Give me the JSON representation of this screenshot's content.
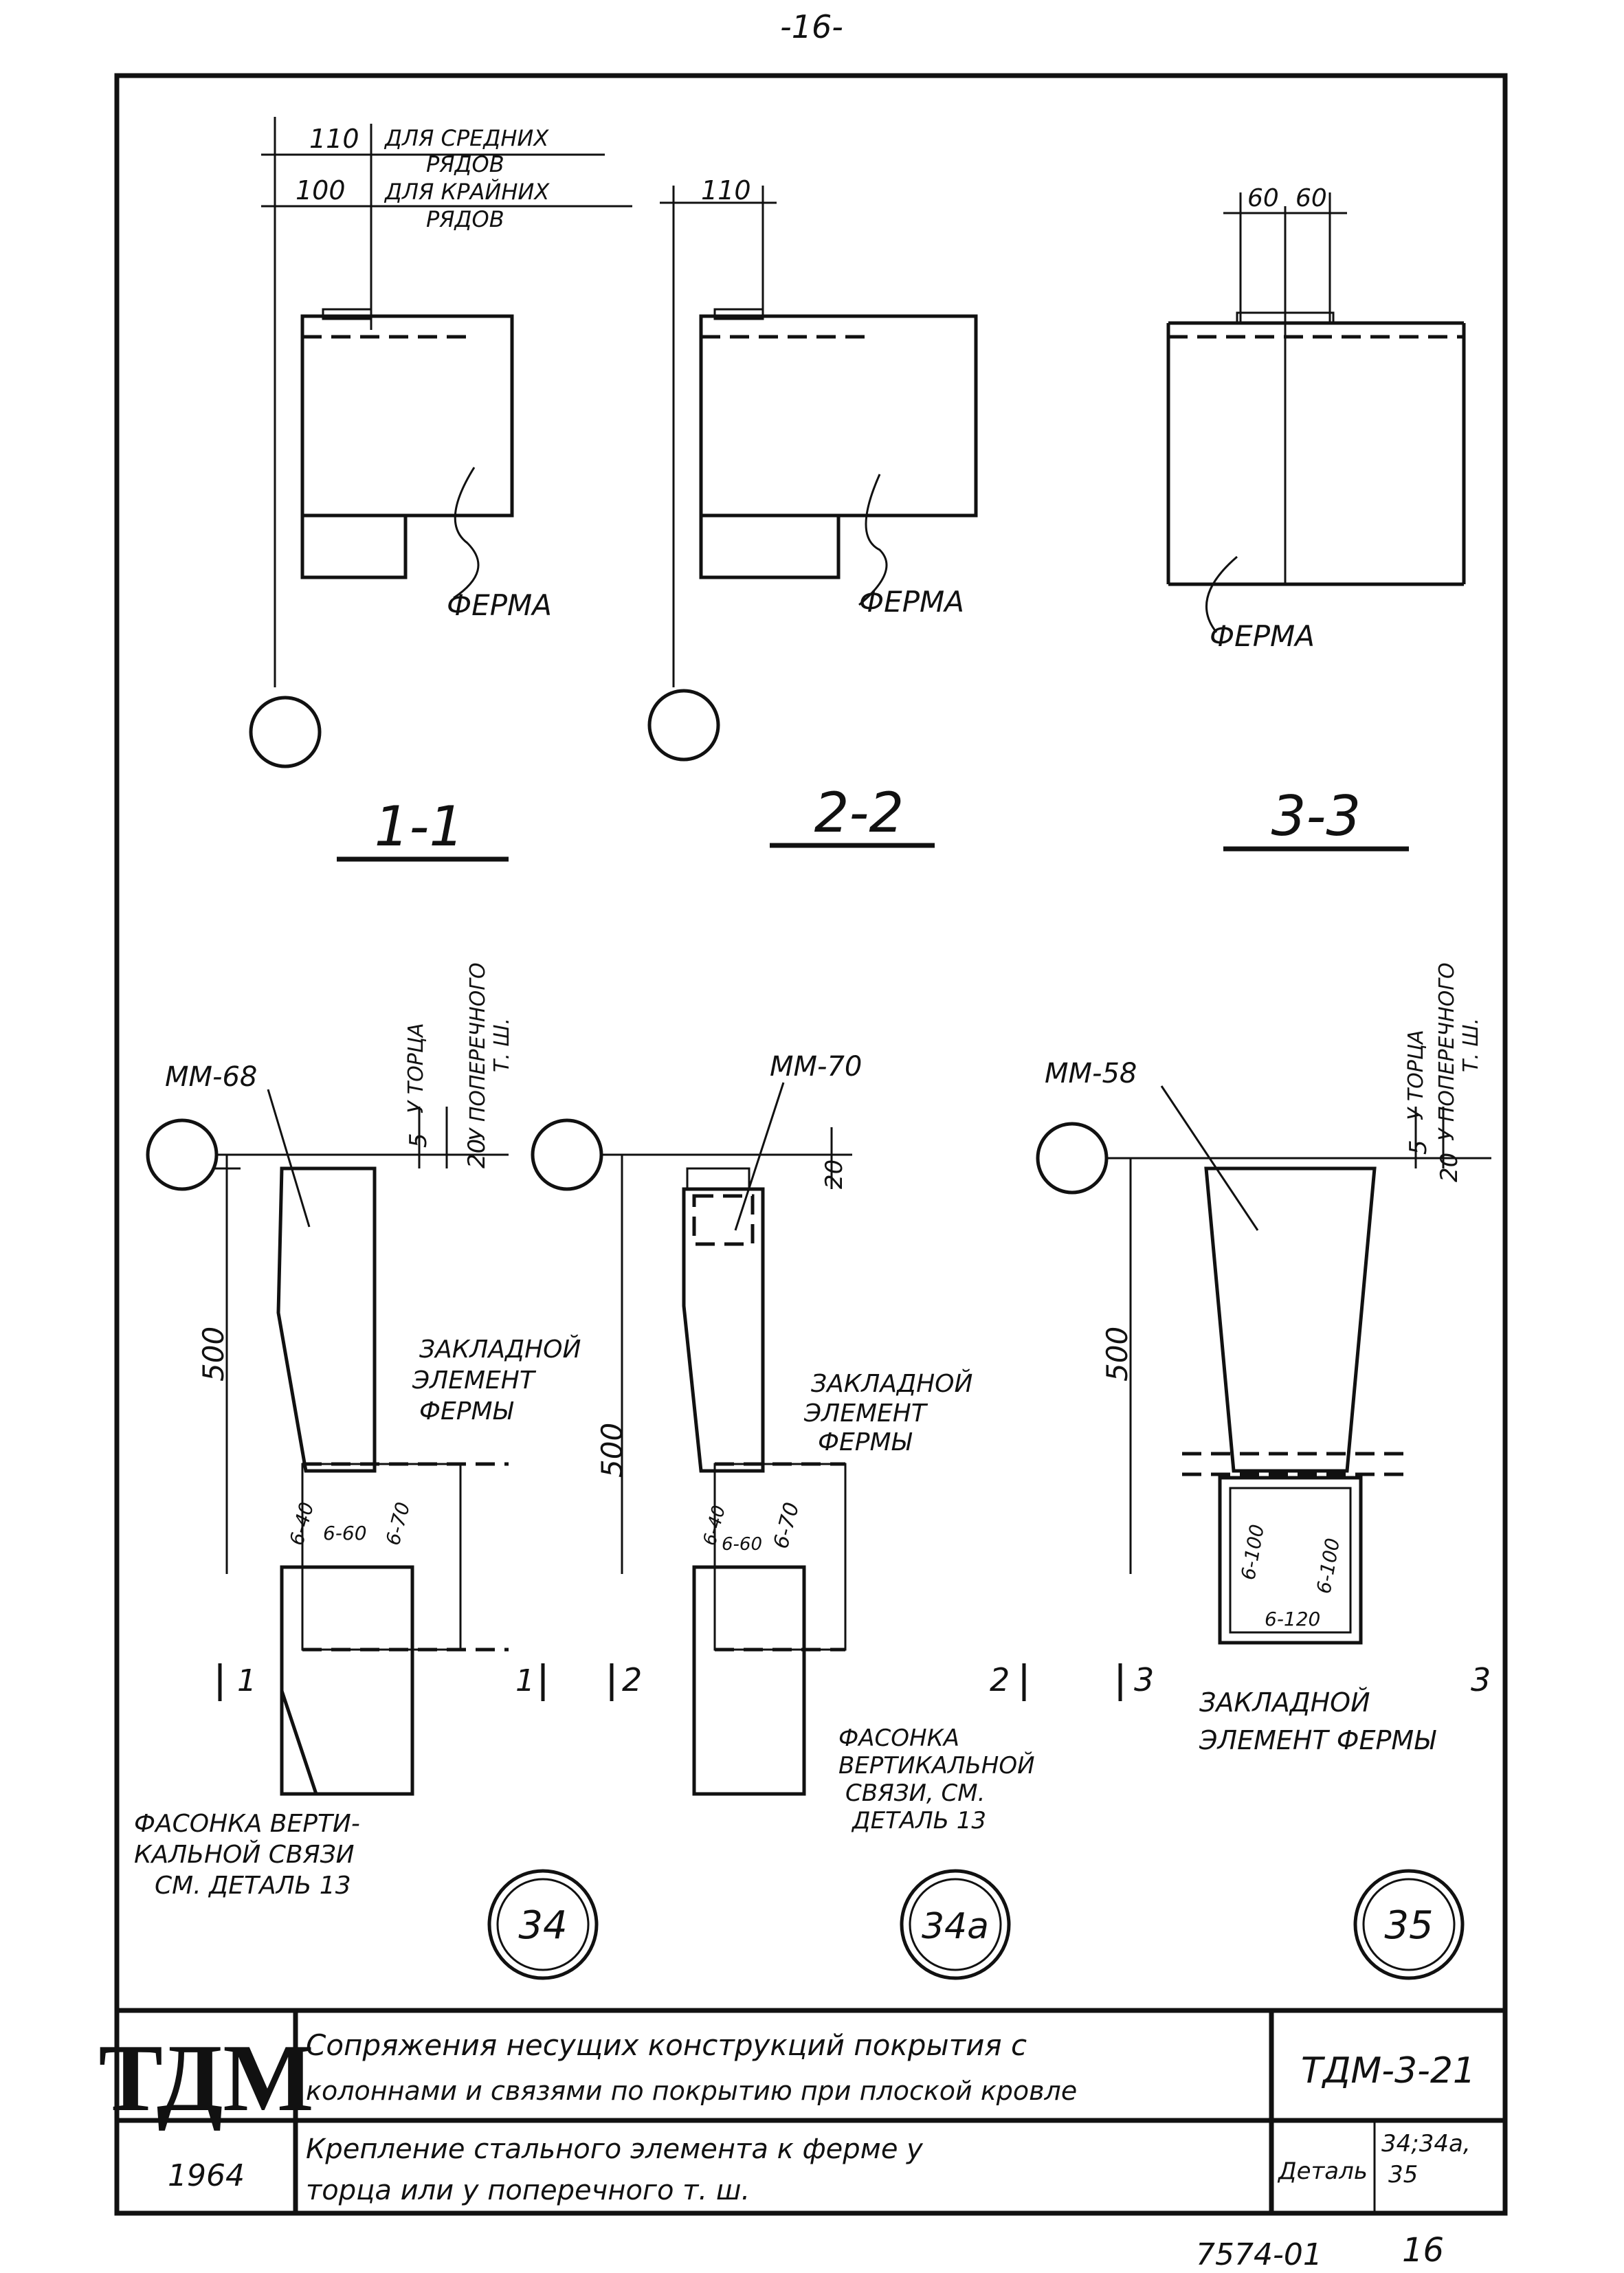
{
  "page_number": "-16-",
  "sections": {
    "s1": {
      "title": "1-1",
      "dim_a": "110",
      "note_a1": "ДЛЯ СРЕДНИХ",
      "note_a2": "РЯДОВ",
      "dim_b": "100",
      "note_b1": "ДЛЯ КРАЙНИХ",
      "note_b2": "РЯДОВ",
      "truss": "ФЕРМА"
    },
    "s2": {
      "title": "2-2",
      "dim": "110",
      "truss": "ФЕРМА"
    },
    "s3": {
      "title": "3-3",
      "dim_l": "60",
      "dim_r": "60",
      "truss": "ФЕРМА"
    }
  },
  "details": {
    "d34": {
      "mark": "ММ-68",
      "dim_5": "5",
      "dim_20": "20",
      "note_end": "У ТОРЦА",
      "note_cross1": "У ПОПЕРЕЧНОГО",
      "note_cross2": "Т. Ш.",
      "dim_500": "500",
      "emb1": "ЗАКЛАДНОЙ",
      "emb2": "ЭЛЕМЕНТ",
      "emb3": "ФЕРМЫ",
      "weld_a": "6-40",
      "weld_b": "6-60",
      "weld_c": "6-70",
      "cut": "1",
      "gusset1": "ФАСОНКА ВЕРТИ-",
      "gusset2": "КАЛЬНОЙ СВЯЗИ",
      "gusset3": "СМ. ДЕТАЛЬ 13",
      "label": "34"
    },
    "d34a": {
      "mark": "ММ-70",
      "dim_20": "20",
      "dim_500": "500",
      "emb1": "ЗАКЛАДНОЙ",
      "emb2": "ЭЛЕМЕНТ",
      "emb3": "ФЕРМЫ",
      "weld_a": "6-40",
      "weld_b": "6-60",
      "weld_c": "6-70",
      "cut": "2",
      "gusset1": "ФАСОНКА",
      "gusset2": "ВЕРТИКАЛЬНОЙ",
      "gusset3": "СВЯЗИ, СМ.",
      "gusset4": "ДЕТАЛЬ 13",
      "label": "34а"
    },
    "d35": {
      "mark": "ММ-58",
      "dim_5": "5",
      "dim_20": "20",
      "note_end": "У ТОРЦА",
      "note_cross1": "У ПОПЕРЕЧНОГО",
      "note_cross2": "Т. Ш.",
      "dim_500": "500",
      "weld_a": "6-100",
      "weld_b": "6-100",
      "weld_c": "6-120",
      "cut": "3",
      "emb1": "ЗАКЛАДНОЙ",
      "emb2": "ЭЛЕМЕНТ ФЕРМЫ",
      "label": "35"
    }
  },
  "title_block": {
    "logo": "ТДМ",
    "year": "1964",
    "title1": "Сопряжения несущих конструкций покрытия с",
    "title2": "колоннами и связями по покрытию при плоской кровле",
    "subtitle1": "Крепление стального элемента к ферме у",
    "subtitle2": "торца или у поперечного т. ш.",
    "code": "ТДМ-3-21",
    "detail_label": "Деталь",
    "detail_nums1": "34;34а,",
    "detail_nums2": "35"
  },
  "footer": {
    "sheet_code": "7574-01",
    "sheet_num": "16"
  }
}
